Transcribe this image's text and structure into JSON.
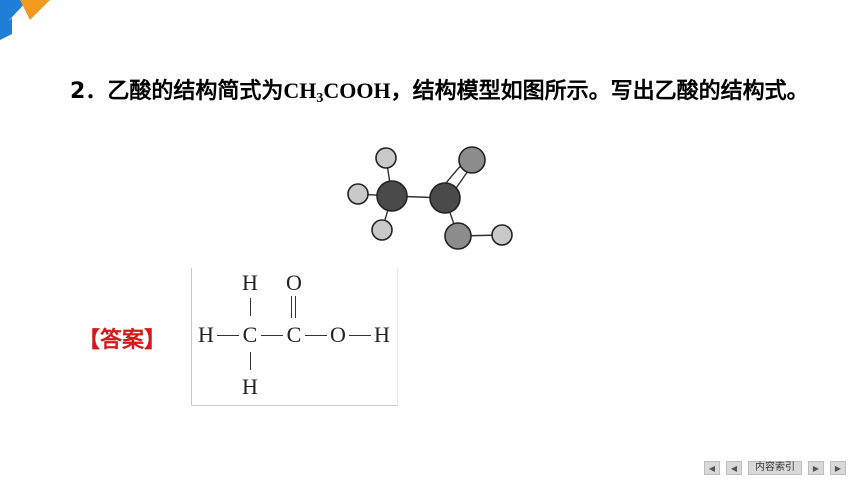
{
  "question": {
    "number": "2．",
    "text_before": "乙酸的结构简式为",
    "formula_a": "CH",
    "formula_sub": "3",
    "formula_b": "COOH",
    "text_after": "，结构模型如图所示。写出乙酸的结构式。"
  },
  "answer": {
    "label": "【答案】",
    "atoms": {
      "h_top": "H",
      "o_top": "O",
      "h_left": "H",
      "c1": "C",
      "c2": "C",
      "o_right": "O",
      "h_right": "H",
      "h_bottom": "H"
    }
  },
  "navigation": {
    "first": "◀",
    "prev": "◀",
    "index": "内容索引",
    "next": "▶",
    "last": "▶"
  },
  "colors": {
    "answer_label": "#d6171c",
    "logo_blue": "#1f7fd6",
    "logo_orange": "#f39a1e"
  }
}
